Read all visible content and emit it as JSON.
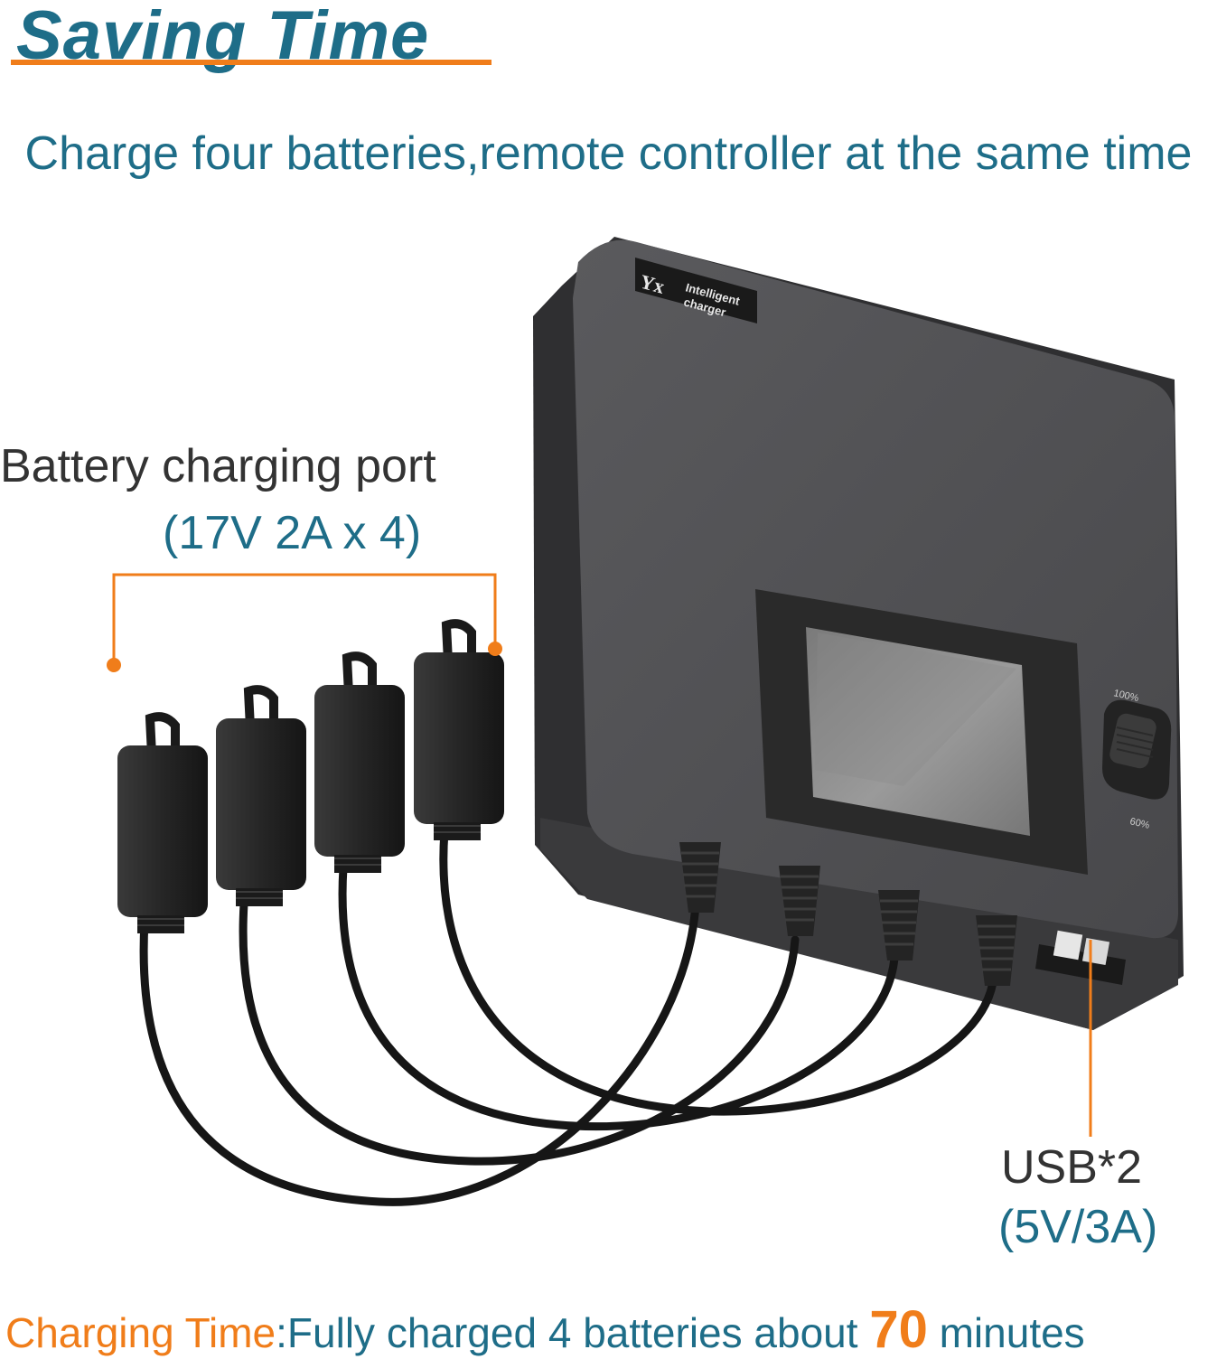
{
  "headline": "Saving Time",
  "subheadline": "Charge four batteries,remote controller at the same time",
  "callouts": {
    "battery_port_label": "Battery charging port",
    "battery_port_spec": "(17V 2A x 4)",
    "usb_label": "USB*2",
    "usb_spec": "(5V/3A)"
  },
  "device": {
    "logo": "Yx",
    "brand_line1": "Intelligent",
    "brand_line2": "charger",
    "switch_top_label": "100%",
    "switch_bottom_label": "60%"
  },
  "footer": {
    "prefix": "Charging Time",
    "separator": ":",
    "text": "Fully charged 4 batteries about ",
    "value": "70",
    "unit": " minutes"
  },
  "colors": {
    "accent_blue": "#1e6d88",
    "accent_orange": "#f07d1a",
    "device_body": "#4a4a4c",
    "cable": "#1c1c1c"
  },
  "icons": [
    "battery-plug-icon",
    "usb-port-icon",
    "lcd-screen-icon",
    "slide-switch-icon"
  ]
}
